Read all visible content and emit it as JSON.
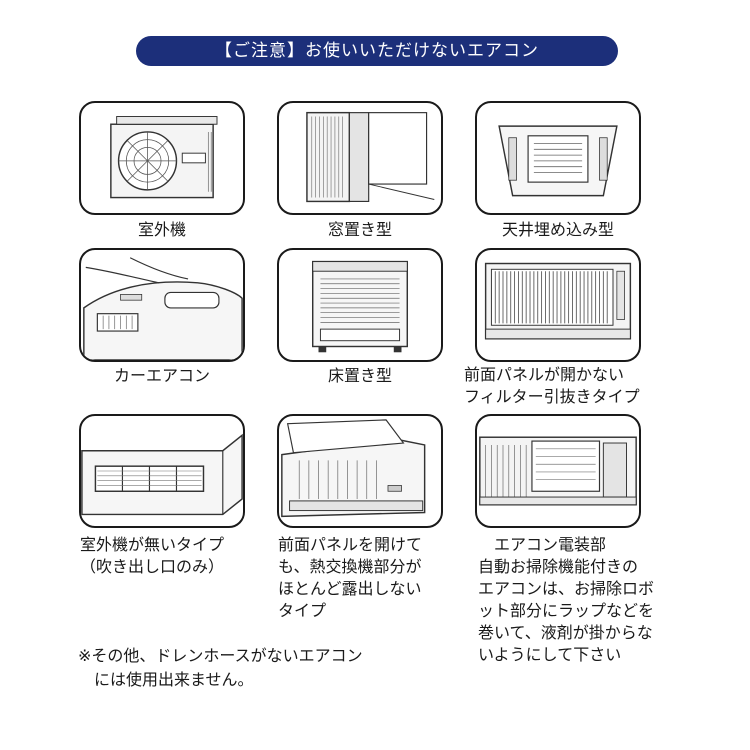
{
  "header": {
    "title": "【ご注意】お使いいただけないエアコン"
  },
  "items": [
    {
      "label": "室外機",
      "icon": "outdoor-unit-icon"
    },
    {
      "label": "窓置き型",
      "icon": "window-unit-icon"
    },
    {
      "label": "天井埋め込み型",
      "icon": "ceiling-cassette-icon"
    },
    {
      "label": "カーエアコン",
      "icon": "car-aircon-icon"
    },
    {
      "label": "床置き型",
      "icon": "floor-unit-icon"
    },
    {
      "lines": [
        "前面パネルが開かない",
        "フィルター引抜きタイプ"
      ],
      "icon": "filter-pullout-icon"
    },
    {
      "lines": [
        "室外機が無いタイプ",
        "（吹き出し口のみ）"
      ],
      "icon": "vent-only-icon"
    },
    {
      "lines": [
        "前面パネルを開けて",
        "も、熱交換機部分が",
        "ほとんど露出しない",
        "タイプ"
      ],
      "icon": "open-panel-icon"
    },
    {
      "lines": [
        "　エアコン電装部",
        "自動お掃除機能付きの",
        "エアコンは、お掃除ロボ",
        "ット部分にラップなどを",
        "巻いて、液剤が掛からな",
        "いようにして下さい"
      ],
      "icon": "robot-cleaning-icon"
    }
  ],
  "note": {
    "line1": "※その他、ドレンホースがないエアコン",
    "line2": "には使用出来ません。"
  }
}
